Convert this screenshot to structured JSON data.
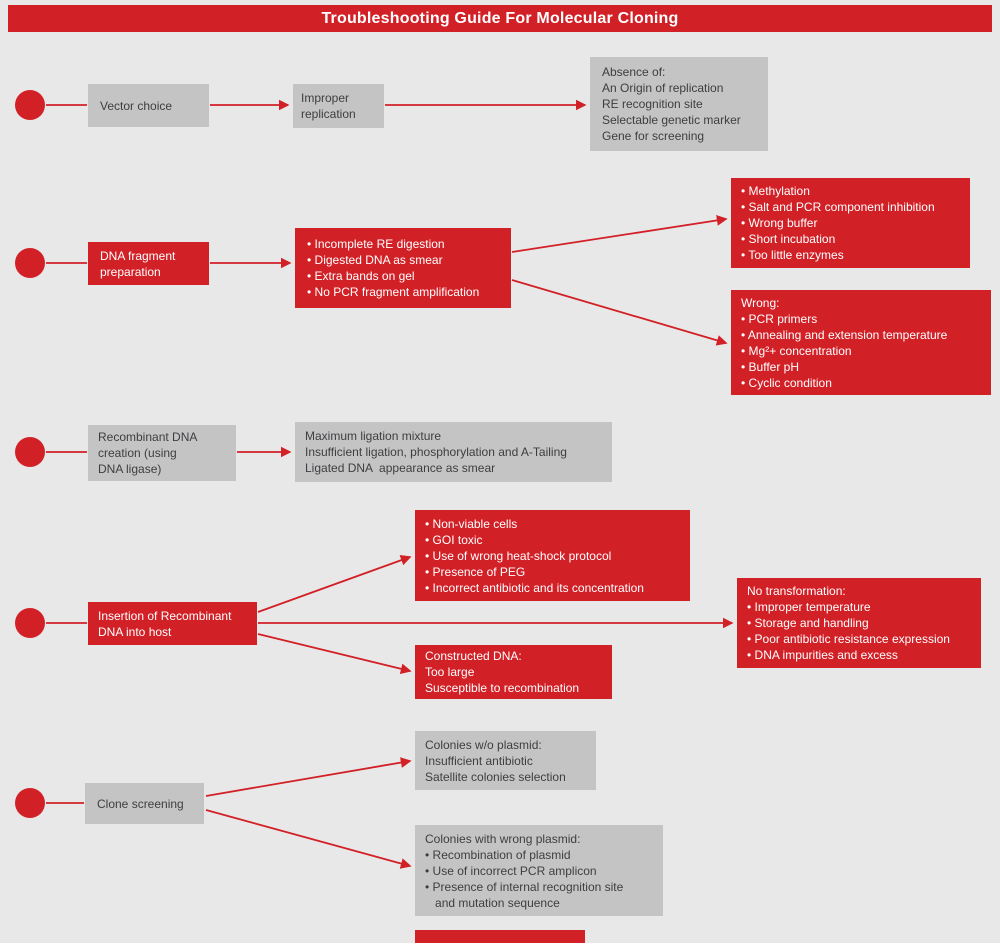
{
  "title": "Troubleshooting Guide For Molecular Cloning",
  "colors": {
    "accent_red": "#d22027",
    "gray_box": "#c5c4c4",
    "background": "#e9e8e8",
    "dark_text": "#3e3d40",
    "light_text": "#ffffff"
  },
  "nodes": {
    "vector_choice": [
      "Vector choice"
    ],
    "improper_replication": [
      "Improper",
      "replication"
    ],
    "absence_of": [
      "Absence of:",
      "An Origin of replication",
      "RE recognition site",
      "Selectable genetic marker",
      "Gene for screening"
    ],
    "dna_fragment_prep": [
      "DNA fragment",
      "preparation"
    ],
    "re_digestion_issues": [
      "• Incomplete RE digestion",
      "• Digested DNA as smear",
      "• Extra bands on gel",
      "• No PCR fragment amplification"
    ],
    "digestion_causes": [
      "• Methylation",
      "• Salt and PCR component inhibition",
      "• Wrong buffer",
      "• Short incubation",
      "• Too little enzymes"
    ],
    "pcr_wrong_causes": [
      "Wrong:",
      "• PCR primers",
      "• Annealing and extension temperature",
      "• Mg²+ concentration",
      "• Buffer pH",
      "• Cyclic condition"
    ],
    "recombinant_dna_creation": [
      "Recombinant DNA",
      "creation (using",
      "DNA ligase)"
    ],
    "ligation_issues": [
      "Maximum ligation mixture",
      "Insufficient ligation, phosphorylation and A-Tailing",
      "Ligated DNA  appearance as smear"
    ],
    "insertion_host": [
      "Insertion of Recombinant",
      "DNA into host"
    ],
    "insertion_issues": [
      "• Non-viable cells",
      "• GOI toxic",
      "• Use of wrong heat-shock protocol",
      "• Presence of PEG",
      "• Incorrect antibiotic and its concentration"
    ],
    "constructed_dna": [
      "Constructed DNA:",
      "Too large",
      "Susceptible to recombination"
    ],
    "no_transformation": [
      "No transformation:",
      "• Improper temperature",
      "• Storage and handling",
      "• Poor antibiotic resistance expression",
      "• DNA impurities and excess"
    ],
    "clone_screening": [
      "Clone screening"
    ],
    "colonies_without_plasmid": [
      "Colonies w/o plasmid:",
      "Insufficient antibiotic",
      "Satellite colonies selection"
    ],
    "colonies_wrong_plasmid": [
      "Colonies with wrong plasmid:",
      "• Recombination of plasmid",
      "• Use of incorrect PCR amplicon",
      "• Presence of internal recognition site",
      "   and mutation sequence"
    ]
  }
}
